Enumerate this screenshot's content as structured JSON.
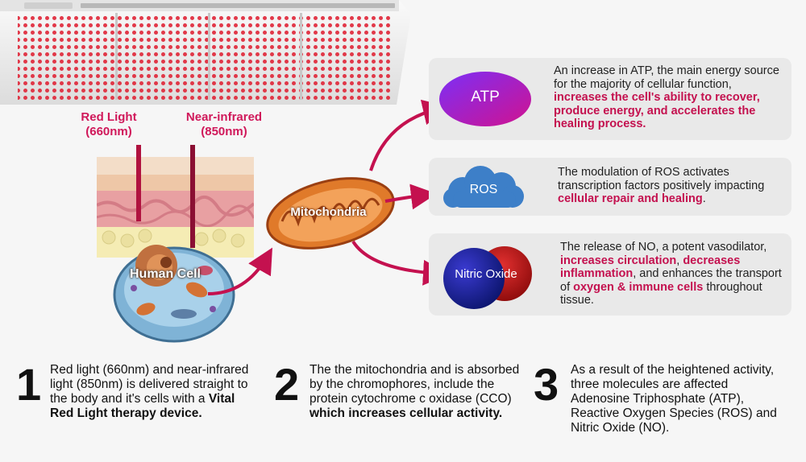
{
  "labels": {
    "red_light": "Red Light",
    "red_light_nm": "(660nm)",
    "nir": "Near-infrared",
    "nir_nm": "(850nm)",
    "human_cell": "Human Cell",
    "mitochondria": "Mitochondria",
    "atp": "ATP",
    "ros": "ROS",
    "no": "Nitric Oxide"
  },
  "cards": {
    "atp": {
      "plain": "An increase in ATP, the main energy source for the majority of cellular function, ",
      "highlight": "increases the cell's ability to recover, produce energy, and accelerates the healing process."
    },
    "ros": {
      "plain": "The modulation of ROS activates transcription factors positively impacting ",
      "highlight": "cellular repair and healing",
      "tail": "."
    },
    "no": {
      "p1": "The release of NO, a potent vasodilator, ",
      "h1": "increases circulation",
      "p2": ", ",
      "h2": "decreases inflammation",
      "p3": ", and enhances the transport of ",
      "h3": "oxygen & immune cells",
      "p4": " throughout tissue."
    }
  },
  "steps": [
    {
      "number": "1",
      "plain": "Red light (660nm) and near-infrared light (850nm) is delivered straight to the body and it's cells with a ",
      "bold": "Vital Red Light therapy device."
    },
    {
      "number": "2",
      "plain": "The the mitochondria and is absorbed by the chromophores, include the protein cytochrome c oxidase (CCO) ",
      "bold": "which increases cellular activity."
    },
    {
      "number": "3",
      "plain": "As a result of the heightened activity, three molecules are affected Adenosine Triphosphate (ATP), Reactive Oxygen Species (ROS) and Nitric Oxide (NO).",
      "bold": ""
    }
  ],
  "colors": {
    "accent": "#c4114f",
    "led_red": "#e0283a",
    "card_bg": "#e9e9e9"
  }
}
